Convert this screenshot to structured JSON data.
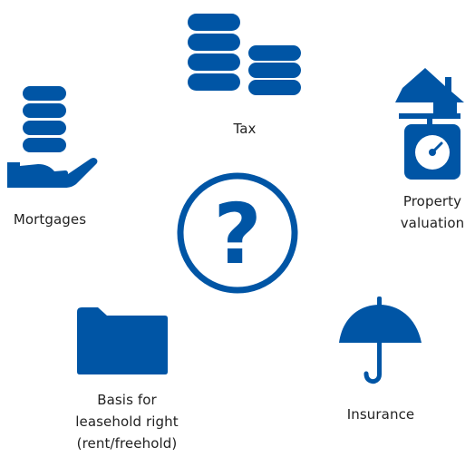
{
  "colors": {
    "icon": "#0055a5",
    "text": "#222222",
    "background": "#ffffff"
  },
  "center": {
    "icon": "question-circle-icon",
    "glyph": "?"
  },
  "items": [
    {
      "icon": "coin-stacks-icon",
      "label_lines": [
        "Tax"
      ]
    },
    {
      "icon": "house-on-scale-icon",
      "label_lines": [
        "Property",
        "valuation"
      ]
    },
    {
      "icon": "umbrella-icon",
      "label_lines": [
        "Insurance"
      ]
    },
    {
      "icon": "folder-icon",
      "label_lines": [
        "Basis for",
        "leasehold right",
        "(rent/freehold)"
      ]
    },
    {
      "icon": "coins-in-hand-icon",
      "label_lines": [
        "Mortgages"
      ]
    }
  ]
}
